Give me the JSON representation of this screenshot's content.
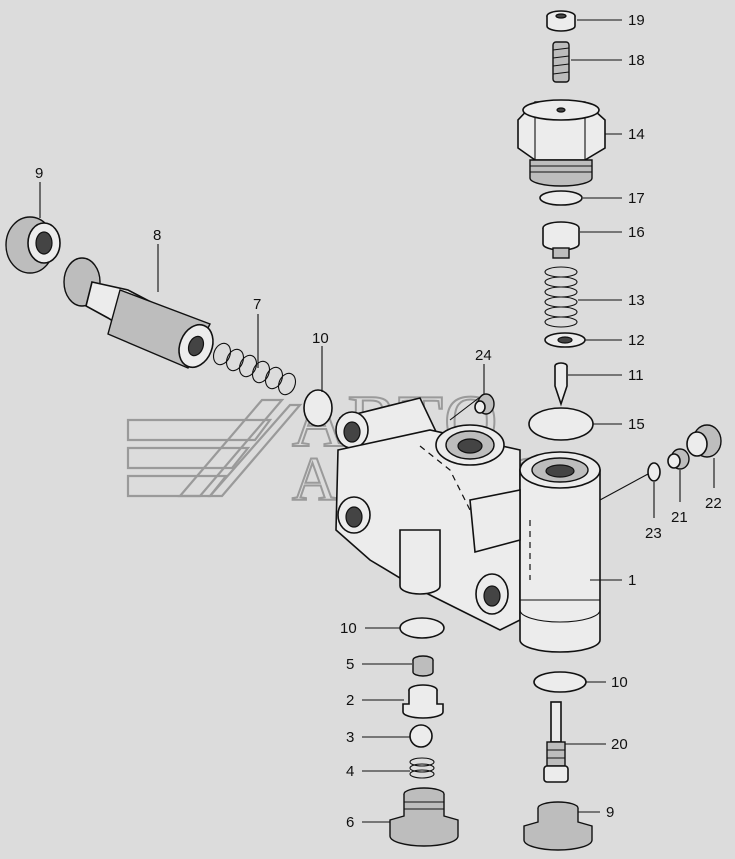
{
  "diagram": {
    "watermark": {
      "line1": "АВТО",
      "line2": "АЛЬЯНС"
    },
    "callouts": [
      {
        "id": "19",
        "label": "19"
      },
      {
        "id": "18",
        "label": "18"
      },
      {
        "id": "14",
        "label": "14"
      },
      {
        "id": "17",
        "label": "17"
      },
      {
        "id": "16",
        "label": "16"
      },
      {
        "id": "13",
        "label": "13"
      },
      {
        "id": "12",
        "label": "12"
      },
      {
        "id": "11",
        "label": "11"
      },
      {
        "id": "15",
        "label": "15"
      },
      {
        "id": "22",
        "label": "22"
      },
      {
        "id": "21",
        "label": "21"
      },
      {
        "id": "23",
        "label": "23"
      },
      {
        "id": "1",
        "label": "1"
      },
      {
        "id": "10a",
        "label": "10"
      },
      {
        "id": "10b",
        "label": "10"
      },
      {
        "id": "10c",
        "label": "10"
      },
      {
        "id": "20",
        "label": "20"
      },
      {
        "id": "9a",
        "label": "9"
      },
      {
        "id": "9b",
        "label": "9"
      },
      {
        "id": "8",
        "label": "8"
      },
      {
        "id": "7",
        "label": "7"
      },
      {
        "id": "24",
        "label": "24"
      },
      {
        "id": "5",
        "label": "5"
      },
      {
        "id": "2",
        "label": "2"
      },
      {
        "id": "3",
        "label": "3"
      },
      {
        "id": "4",
        "label": "4"
      },
      {
        "id": "6",
        "label": "6"
      }
    ]
  }
}
